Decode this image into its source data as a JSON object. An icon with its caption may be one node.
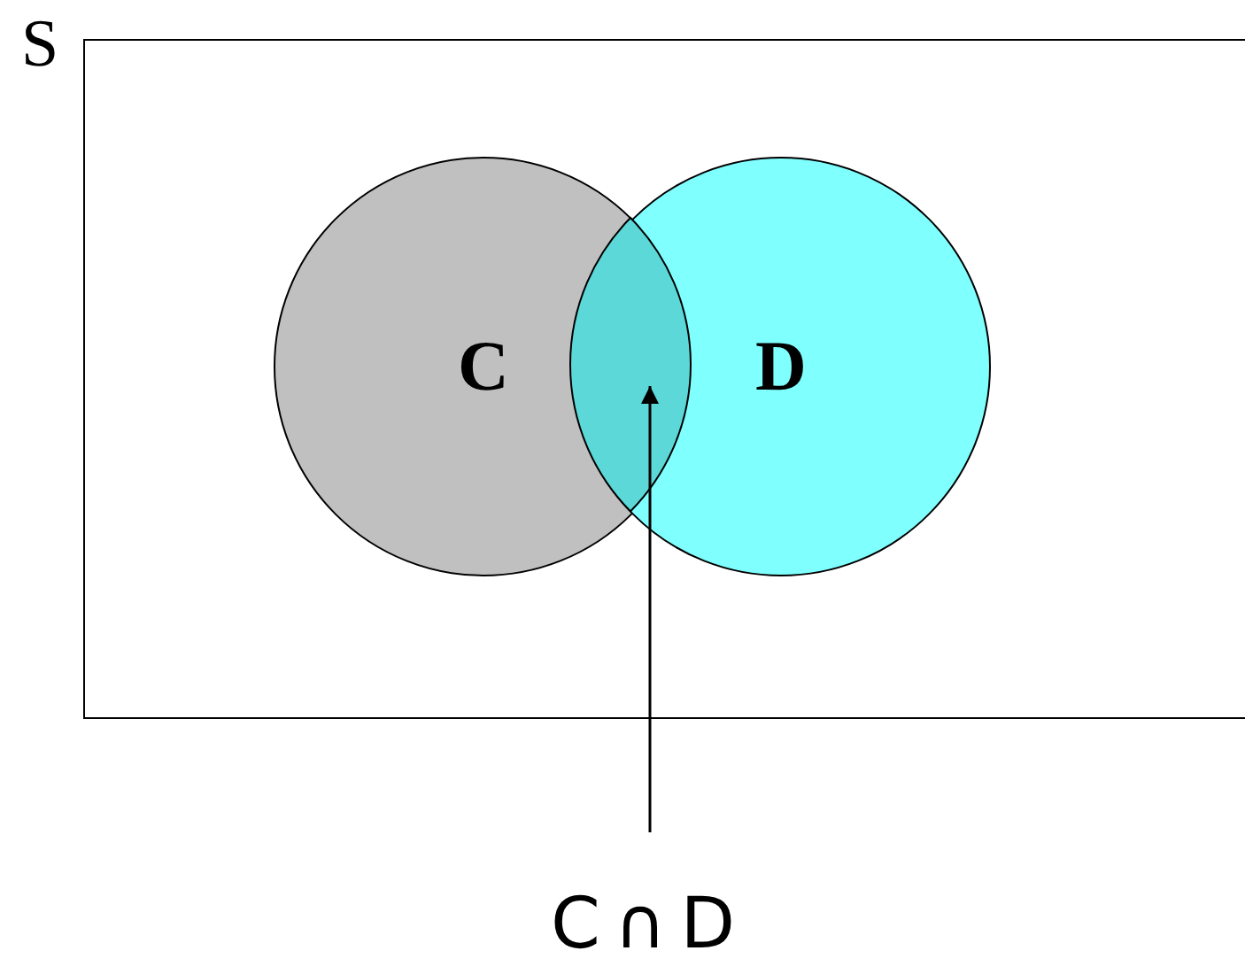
{
  "diagram": {
    "nodes": [
      {
        "text": [
          "S"
        ]
      },
      {
        "text": [
          "C"
        ],
        "in": 0
      },
      {
        "text": [
          "D"
        ],
        "in": 0
      },
      {
        "text": [],
        "shape": "lens"
      },
      {
        "text": [
          "C∩D"
        ]
      }
    ],
    "edges": [
      {
        "from": 4,
        "to": 3,
        "arrow": "to"
      }
    ]
  }
}
